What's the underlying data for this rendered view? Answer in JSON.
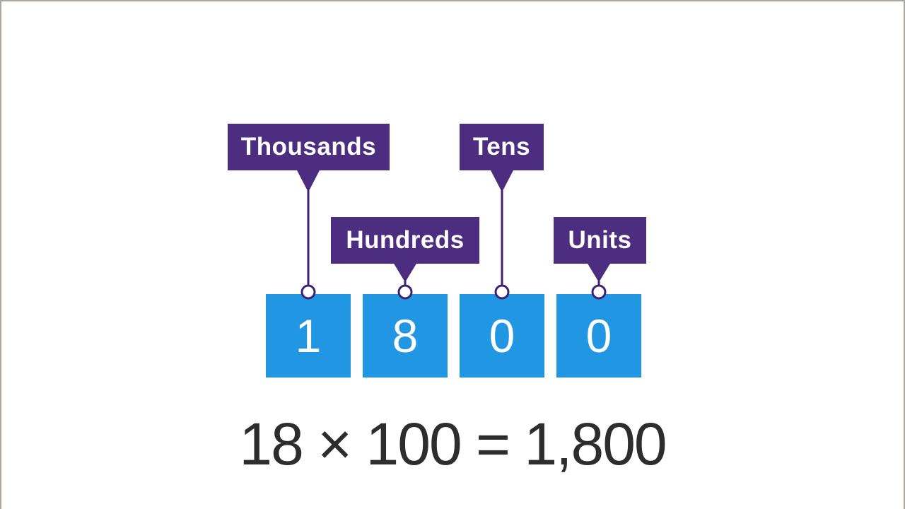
{
  "colors": {
    "background": "#ffffff",
    "frame_border": "#ada5a0",
    "purple": "#4d2d7f",
    "connector_purple": "#3f2173",
    "blue": "#2196e3",
    "digit_white": "#ffffff",
    "equation_text": "#2d2d2d"
  },
  "place_value_labels": [
    {
      "id": "thousands",
      "text": "Thousands"
    },
    {
      "id": "hundreds",
      "text": "Hundreds"
    },
    {
      "id": "tens",
      "text": "Tens"
    },
    {
      "id": "units",
      "text": "Units"
    }
  ],
  "digit_cards": [
    {
      "place": "thousands",
      "digit": "1"
    },
    {
      "place": "hundreds",
      "digit": "8"
    },
    {
      "place": "tens",
      "digit": "0"
    },
    {
      "place": "units",
      "digit": "0"
    }
  ],
  "equation": {
    "text": "18 × 100 = 1,800"
  }
}
